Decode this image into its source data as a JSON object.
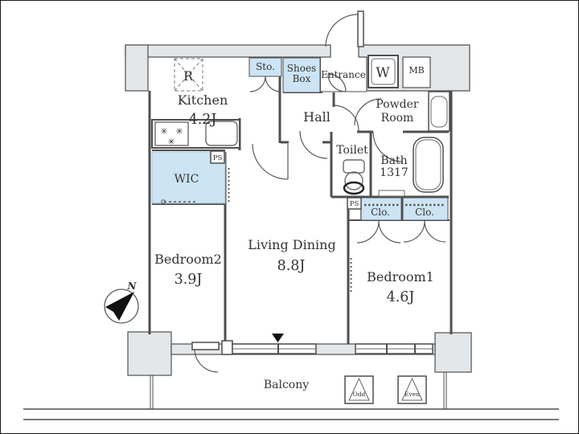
{
  "fp": {
    "rooms": {
      "kitchen": {
        "name": "Kitchen",
        "size": "4.2J"
      },
      "living_dining": {
        "name": "Living Dining",
        "size": "8.8J"
      },
      "bedroom1": {
        "name": "Bedroom1",
        "size": "4.6J"
      },
      "bedroom2": {
        "name": "Bedroom2",
        "size": "3.9J"
      },
      "hall": {
        "name": "Hall"
      },
      "entrance": {
        "name": "Entrance"
      },
      "powder_room": {
        "line1": "Powder",
        "line2": "Room"
      },
      "toilet": {
        "name": "Toilet"
      },
      "bath": {
        "name": "Bath",
        "size": "1317"
      },
      "wic": {
        "name": "WIC"
      },
      "balcony": {
        "name": "Balcony"
      }
    },
    "fixtures": {
      "storage": "Sto.",
      "shoes_box_line1": "Shoes",
      "shoes_box_line2": "Box",
      "washer": "W",
      "meter_box": "MB",
      "refrigerator": "R",
      "pipe_space": "PS",
      "closet": "Clo.",
      "hatch_odd": "Odd",
      "hatch_even": "Even",
      "compass_north": "N"
    },
    "colors": {
      "wall_fill": "#e4e7e9",
      "highlight_fill": "#cce4f4",
      "line": "#4f4f4f",
      "text": "#333333",
      "accent_black": "#111111"
    }
  }
}
